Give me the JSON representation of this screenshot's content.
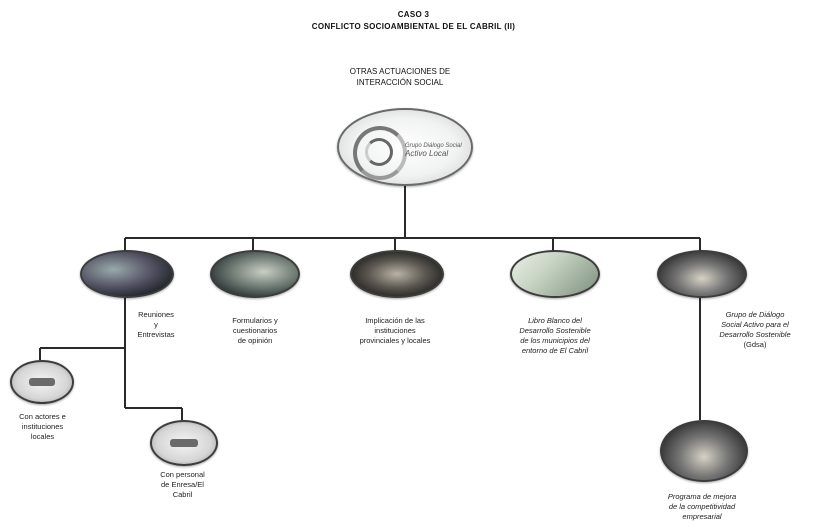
{
  "header": {
    "title_line1": "CASO 3",
    "title_line2": "CONFLICTO SOCIOAMBIENTAL DE EL CABRIL (II)"
  },
  "section": {
    "heading_line1": "OTRAS ACTUACIONES DE",
    "heading_line2": "INTERACCIÓN SOCIAL"
  },
  "center_logo": {
    "text_line1": "Grupo Diálogo Social",
    "text_line2": "Activo Local"
  },
  "nodes": {
    "reuniones": {
      "label_line1": "Reuniones",
      "label_line2": "y",
      "label_line3": "Entrevistas"
    },
    "formularios": {
      "label_line1": "Formularios y",
      "label_line2": "cuestionarios",
      "label_line3": "de opinión"
    },
    "implicacion": {
      "label_line1": "Implicación de las",
      "label_line2": "instituciones",
      "label_line3": "provinciales y locales"
    },
    "libro": {
      "label_line1": "Libro Blanco del",
      "label_line2": "Desarrollo Sostenible",
      "label_line3": "de los municipios del",
      "label_line4": "entorno de El Cabril"
    },
    "grupo": {
      "label_line1": "Grupo de Diálogo",
      "label_line2": "Social Activo para el",
      "label_line3": "Desarrollo Sostenible",
      "label_line4": "(Gdsa)"
    },
    "actores": {
      "label_line1": "Con actores e",
      "label_line2": "instituciones",
      "label_line3": "locales"
    },
    "personal": {
      "label_line1": "Con personal",
      "label_line2": "de Enresa/El",
      "label_line3": "Cabril"
    },
    "programa": {
      "label_line1": "Programa de mejora",
      "label_line2": "de la competitividad",
      "label_line3": "empresarial"
    }
  }
}
